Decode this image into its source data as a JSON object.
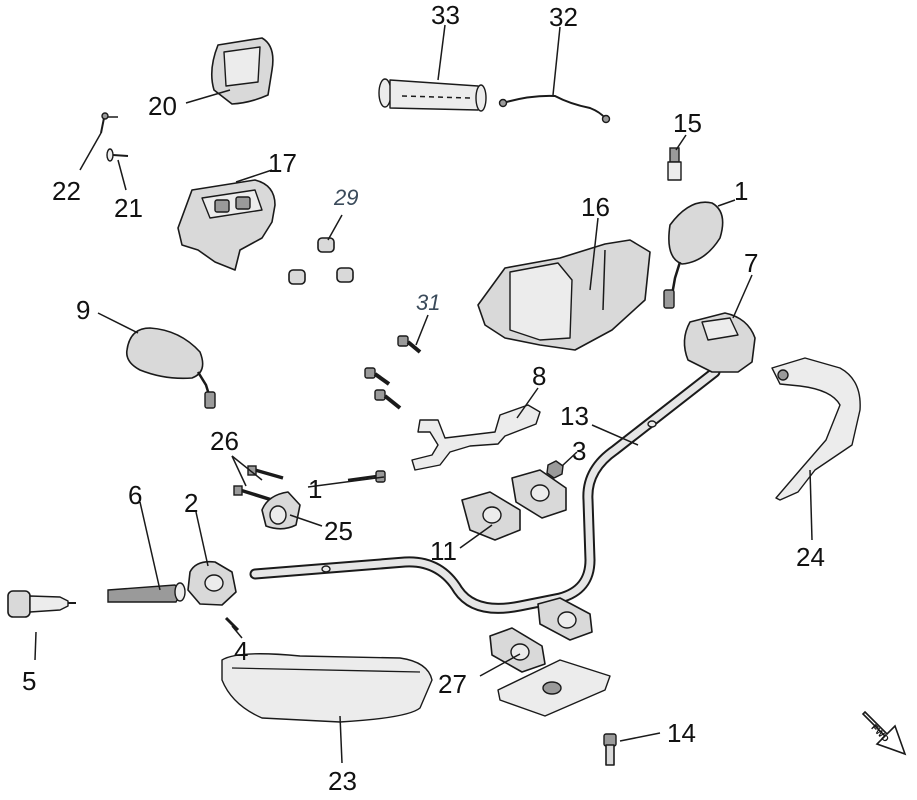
{
  "diagram": {
    "fwd_label": "FWD",
    "callouts": {
      "c33": "33",
      "c32": "32",
      "c20": "20",
      "c22": "22",
      "c21": "21",
      "c17": "17",
      "c29": "29",
      "c16": "16",
      "c15": "15",
      "c1a": "1",
      "c7": "7",
      "c9": "9",
      "c31": "31",
      "c8": "8",
      "c13": "13",
      "c3": "3",
      "c26": "26",
      "c1b": "1",
      "c6": "6",
      "c2": "2",
      "c25": "25",
      "c11": "11",
      "c24": "24",
      "c5": "5",
      "c4": "4",
      "c27": "27",
      "c14": "14",
      "c23": "23"
    }
  }
}
